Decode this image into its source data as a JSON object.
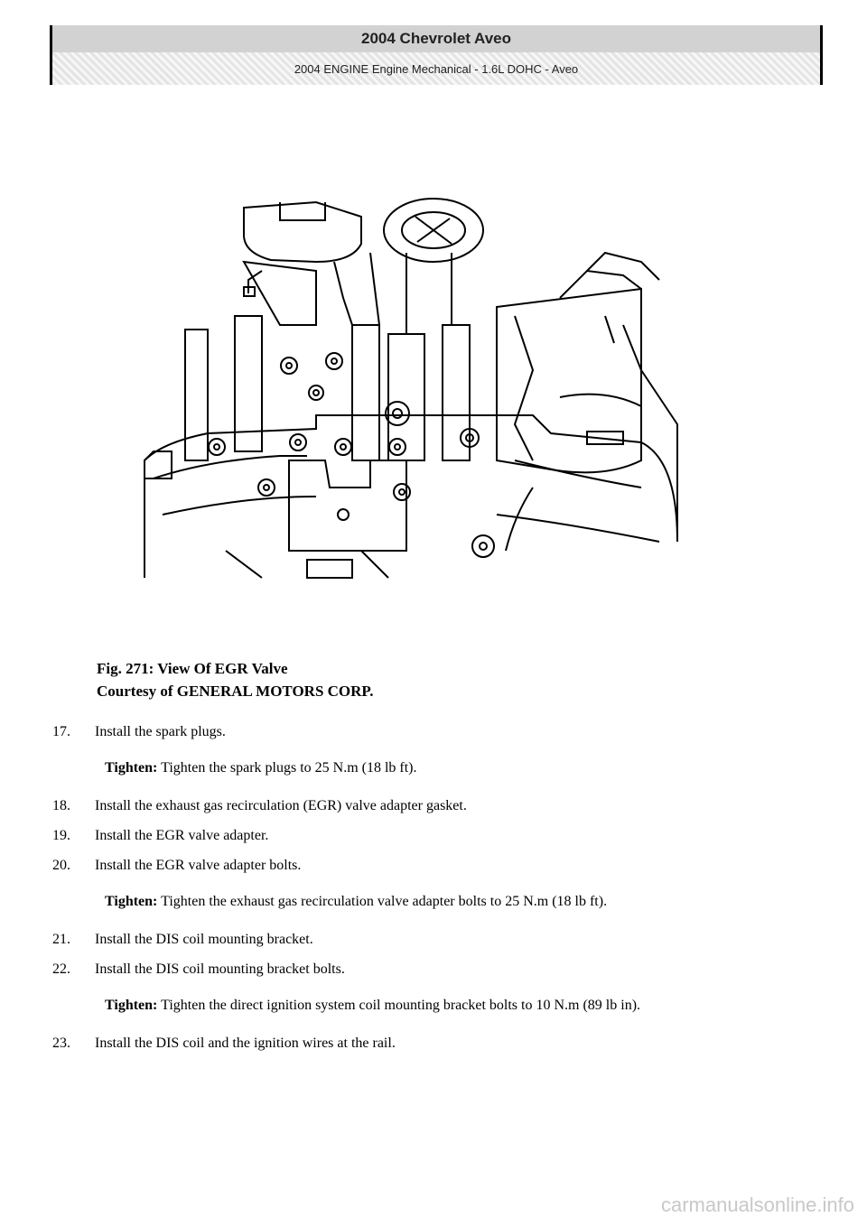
{
  "header": {
    "title": "2004 Chevrolet Aveo",
    "subtitle": "2004 ENGINE Engine Mechanical - 1.6L DOHC - Aveo"
  },
  "figure": {
    "caption": "Fig. 271: View Of EGR Valve",
    "credit": "Courtesy of GENERAL MOTORS CORP."
  },
  "steps": [
    {
      "num": "17.",
      "text": "Install the spark plugs."
    },
    {
      "num": "18.",
      "text": "Install the exhaust gas recirculation (EGR) valve adapter gasket."
    },
    {
      "num": "19.",
      "text": "Install the EGR valve adapter."
    },
    {
      "num": "20.",
      "text": "Install the EGR valve adapter bolts."
    },
    {
      "num": "21.",
      "text": "Install the DIS coil mounting bracket."
    },
    {
      "num": "22.",
      "text": "Install the DIS coil mounting bracket bolts."
    },
    {
      "num": "23.",
      "text": "Install the DIS coil and the ignition wires at the rail."
    }
  ],
  "notes": {
    "n17": {
      "label": "Tighten:",
      "text": "Tighten the spark plugs to 25 N.m (18 lb ft)."
    },
    "n20": {
      "label": "Tighten:",
      "text": "Tighten the exhaust gas recirculation valve adapter bolts to 25 N.m (18 lb ft)."
    },
    "n22": {
      "label": "Tighten:",
      "text": "Tighten the direct ignition system coil mounting bracket bolts to 10 N.m (89 lb in)."
    }
  },
  "footer": {
    "watermark": "carmanualsonline.info"
  }
}
